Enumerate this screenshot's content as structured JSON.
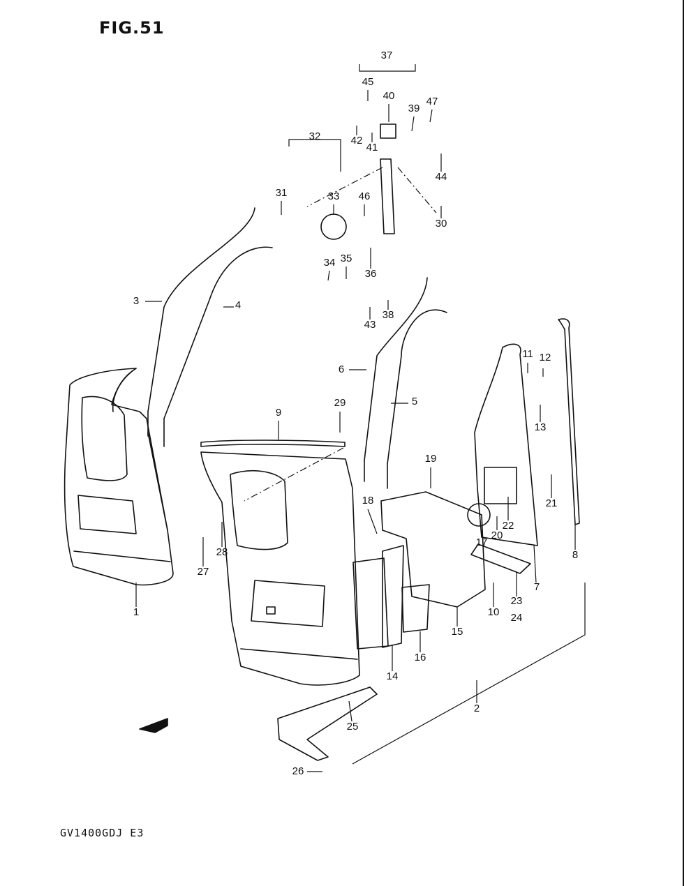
{
  "figure": {
    "title": "FIG.51",
    "model_code": "GV1400GDJ E3",
    "fwd_label": "FWD"
  },
  "callouts": [
    "1",
    "2",
    "3",
    "4",
    "5",
    "6",
    "7",
    "8",
    "9",
    "10",
    "11",
    "12",
    "13",
    "14",
    "15",
    "16",
    "17",
    "18",
    "19",
    "20",
    "21",
    "22",
    "23",
    "24",
    "25",
    "26",
    "27",
    "28",
    "29",
    "30",
    "31",
    "32",
    "33",
    "34",
    "35",
    "36",
    "37",
    "38",
    "39",
    "40",
    "41",
    "42",
    "43",
    "44",
    "45",
    "46",
    "47"
  ],
  "colors": {
    "ink": "#111111",
    "paper": "#ffffff"
  }
}
